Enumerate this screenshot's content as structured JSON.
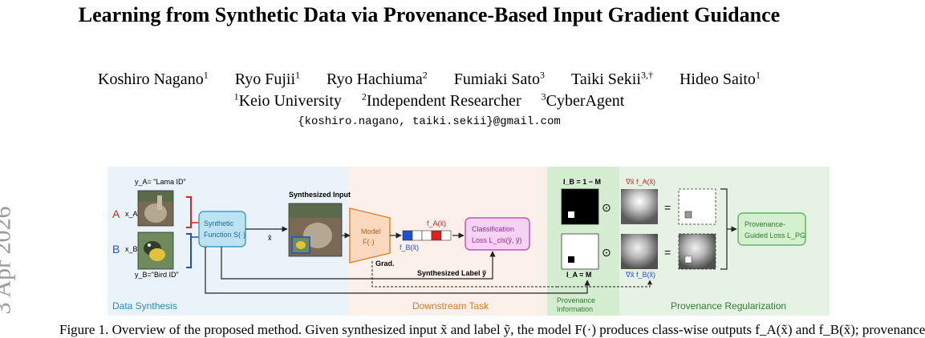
{
  "title": "Learning from Synthetic Data via Provenance-Based Input Gradient Guidance",
  "authors": [
    {
      "name": "Koshiro Nagano",
      "sup": "1"
    },
    {
      "name": "Ryo Fujii",
      "sup": "1"
    },
    {
      "name": "Ryo Hachiuma",
      "sup": "2"
    },
    {
      "name": "Fumiaki Sato",
      "sup": "3"
    },
    {
      "name": "Taiki Sekii",
      "sup": "3,†"
    },
    {
      "name": "Hideo Saito",
      "sup": "1"
    }
  ],
  "affiliations": [
    {
      "sup": "1",
      "name": "Keio University"
    },
    {
      "sup": "2",
      "name": "Independent Researcher"
    },
    {
      "sup": "3",
      "name": "CyberAgent"
    }
  ],
  "email": "{koshiro.nagano, taiki.sekii}@gmail.com",
  "arxiv_stamp": "3 Apr 2026",
  "figure": {
    "label_a": "A",
    "label_b": "B",
    "ya": "y_A= \"Lama ID\"",
    "yb": "y_B=\"Bird ID\"",
    "xa": "x_A",
    "xb": "x_B",
    "synthetic_function": [
      "Synthetic",
      "Function S(·)"
    ],
    "synthesized_input": "Synthesized Input",
    "x_tilde": "x̃",
    "model": [
      "Model",
      "F(·)"
    ],
    "fa": "f_A(x̃)",
    "fb": "f_B(x̃)",
    "classification_loss": [
      "Classification",
      "Loss L_cls(ŷ, ỹ)"
    ],
    "grad": "Grad.",
    "synthesized_label": "Synthesized Label ỹ",
    "ib": "I_B = 1 − M",
    "ia": "I_A = M",
    "grad_fa": "∇x̃ f_A(x̃)",
    "grad_fb": "∇x̃ f_B(x̃)",
    "odot": "⊙",
    "equals": "=",
    "provenance_loss": [
      "Provenance-",
      "Guided Loss L_PG"
    ],
    "section_data_synthesis": "Data Synthesis",
    "section_downstream": "Downstream Task",
    "section_provenance_info": [
      "Provenance",
      "Information"
    ],
    "section_regularization": "Provenance Regularization",
    "colors": {
      "red": "#e02020",
      "blue": "#2050d0",
      "teal": "#2a8ab8",
      "orange": "#e07a2a",
      "purple": "#b03ab0",
      "green": "#4aa84a"
    }
  },
  "caption": "Figure 1. Overview of the proposed method. Given synthesized input x̃ and label ỹ, the model F(·) produces class-wise outputs f_A(x̃) and f_B(x̃); provenance"
}
